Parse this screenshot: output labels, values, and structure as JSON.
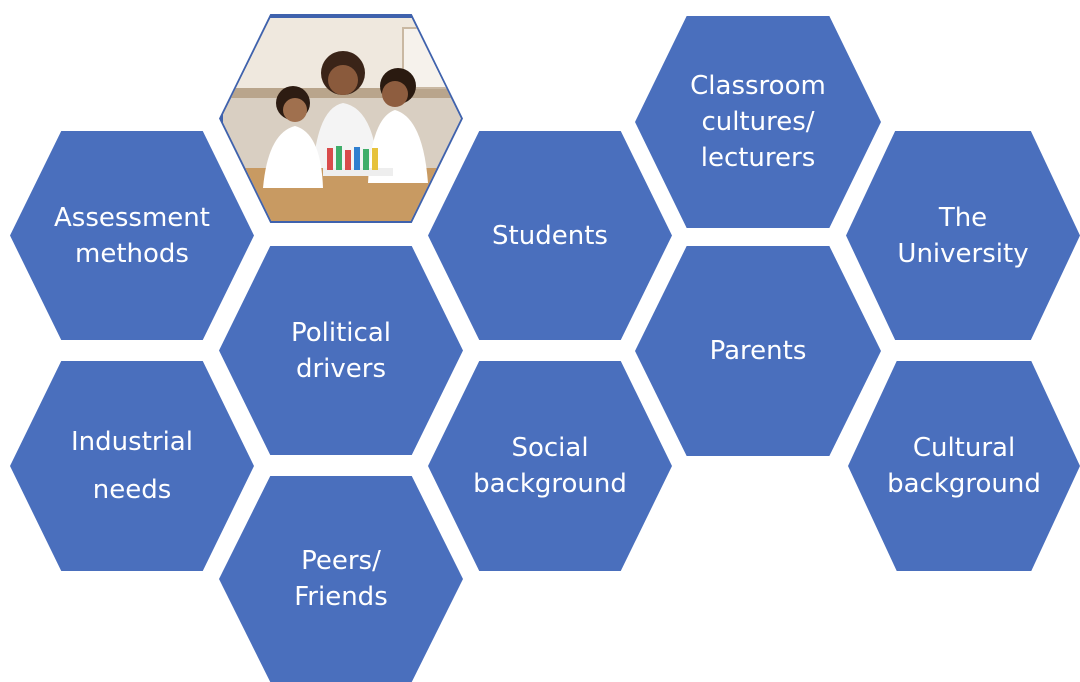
{
  "colors": {
    "hex_fill": "#4a6fbd",
    "text": "#ffffff"
  },
  "photo": {
    "icon": "students-lab-photo"
  },
  "hexagons": {
    "assessment": "Assessment\nmethods",
    "political": "Political\ndrivers",
    "industrial": "Industrial\n\nneeds",
    "peers": "Peers/\nFriends",
    "students": "Students",
    "social": "Social\nbackground",
    "classroom": "Classroom\ncultures/\nlecturers",
    "parents": "Parents",
    "university": "The\nUniversity",
    "cultural": "Cultural\nbackground"
  }
}
